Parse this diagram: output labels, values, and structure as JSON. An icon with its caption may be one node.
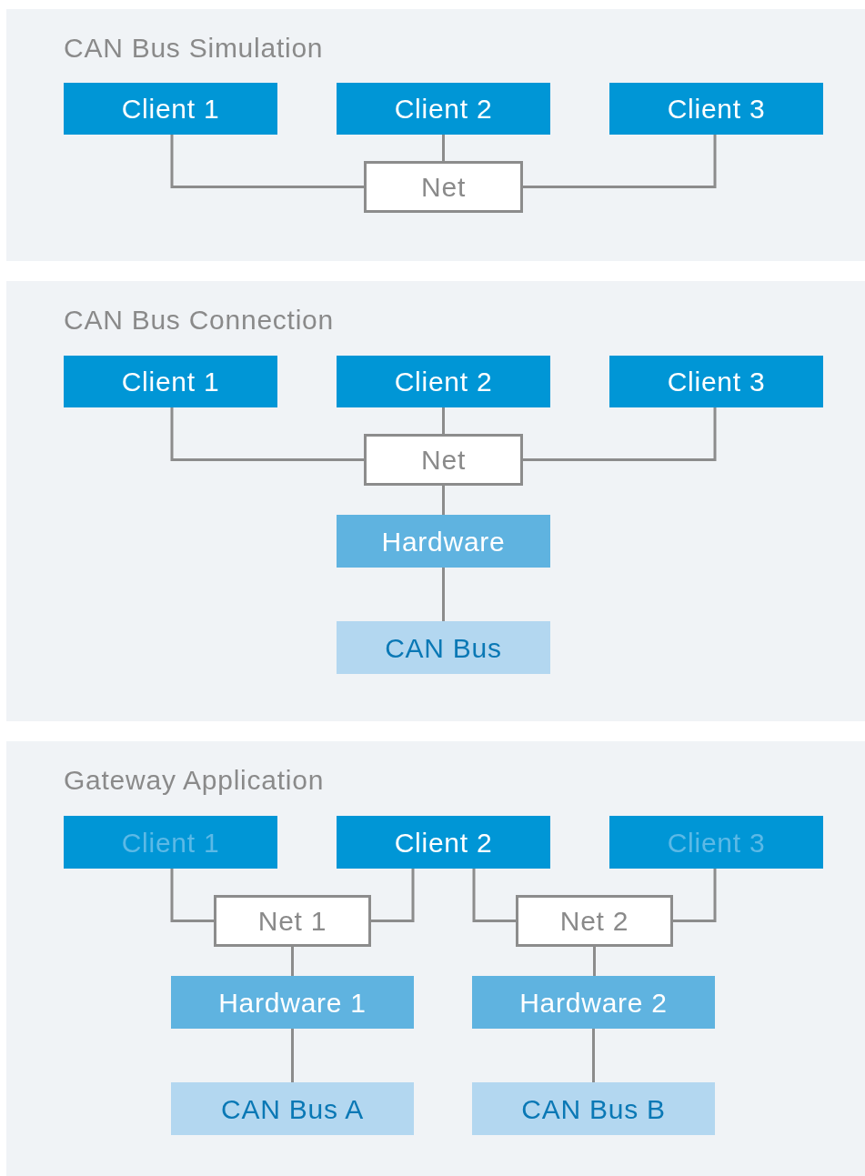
{
  "diagram": {
    "nodes": [
      {
        "text": [
          "CAN Bus Simulation"
        ]
      },
      {
        "text": [
          "Client 1"
        ],
        "in": 0
      },
      {
        "text": [
          "Client 2"
        ],
        "in": 0
      },
      {
        "text": [
          "Client 3"
        ],
        "in": 0
      },
      {
        "text": [
          "Net"
        ],
        "in": 0
      },
      {
        "text": [
          "CAN Bus Connection"
        ]
      },
      {
        "text": [
          "Client 1"
        ],
        "in": 5
      },
      {
        "text": [
          "Client 2"
        ],
        "in": 5
      },
      {
        "text": [
          "Client 3"
        ],
        "in": 5
      },
      {
        "text": [
          "Net"
        ],
        "in": 5
      },
      {
        "text": [
          "Hardware"
        ],
        "in": 5
      },
      {
        "text": [
          "CAN Bus"
        ],
        "in": 5
      },
      {
        "text": [
          "Gateway Application"
        ]
      },
      {
        "text": [
          "Client 1"
        ],
        "in": 12
      },
      {
        "text": [
          "Client 2"
        ],
        "in": 12
      },
      {
        "text": [
          "Client 3"
        ],
        "in": 12
      },
      {
        "text": [
          "Net 1"
        ],
        "in": 12
      },
      {
        "text": [
          "Net 2"
        ],
        "in": 12
      },
      {
        "text": [
          "Hardware 1"
        ],
        "in": 12
      },
      {
        "text": [
          "Hardware 2"
        ],
        "in": 12
      },
      {
        "text": [
          "CAN Bus A"
        ],
        "in": 12
      },
      {
        "text": [
          "CAN Bus B"
        ],
        "in": 12
      }
    ],
    "edges": [
      {
        "from": 1,
        "to": 4,
        "arrow": "none"
      },
      {
        "from": 2,
        "to": 4,
        "arrow": "none"
      },
      {
        "from": 3,
        "to": 4,
        "arrow": "none"
      },
      {
        "from": 6,
        "to": 9,
        "arrow": "none"
      },
      {
        "from": 7,
        "to": 9,
        "arrow": "none"
      },
      {
        "from": 8,
        "to": 9,
        "arrow": "none"
      },
      {
        "from": 9,
        "to": 10,
        "arrow": "none"
      },
      {
        "from": 10,
        "to": 11,
        "arrow": "none"
      },
      {
        "from": 13,
        "to": 16,
        "arrow": "none"
      },
      {
        "from": 14,
        "to": 16,
        "arrow": "none"
      },
      {
        "from": 14,
        "to": 17,
        "arrow": "none"
      },
      {
        "from": 15,
        "to": 17,
        "arrow": "none"
      },
      {
        "from": 16,
        "to": 18,
        "arrow": "none"
      },
      {
        "from": 17,
        "to": 19,
        "arrow": "none"
      },
      {
        "from": 18,
        "to": 20,
        "arrow": "none"
      },
      {
        "from": 19,
        "to": 21,
        "arrow": "none"
      }
    ]
  }
}
